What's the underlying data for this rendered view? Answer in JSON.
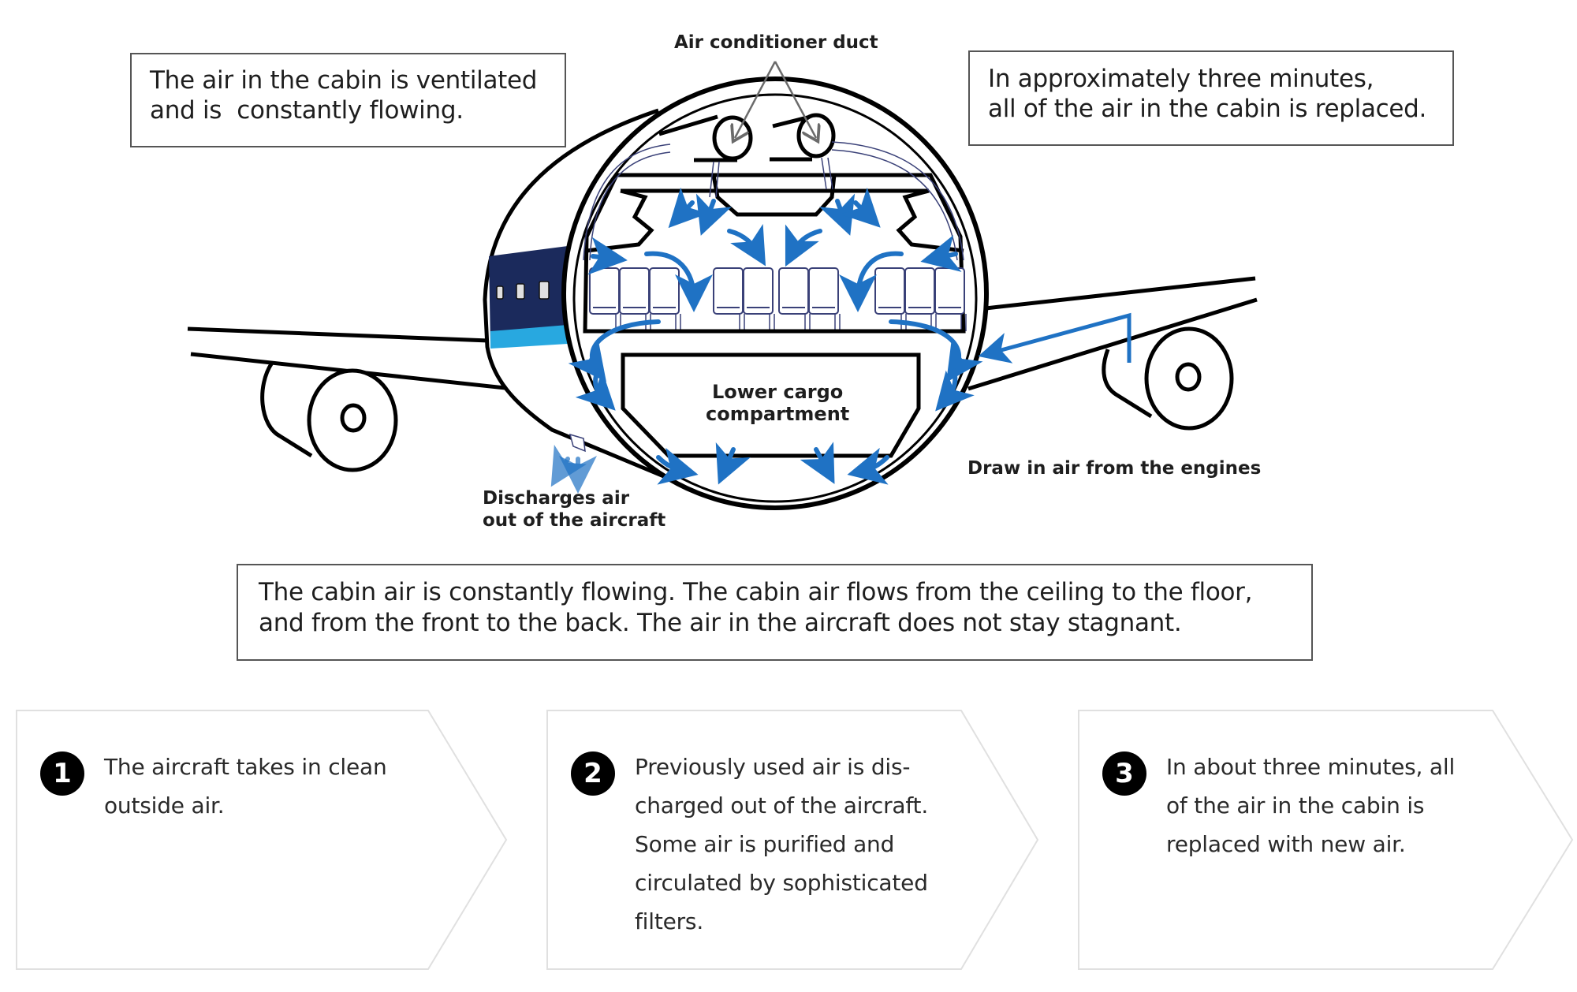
{
  "callouts": {
    "top_left": [
      "The air in the cabin is ventilated",
      "and is  constantly flowing."
    ],
    "top_right": [
      "In approximately three minutes,",
      "all of the air in the cabin is replaced."
    ],
    "middle": [
      "The cabin air is constantly flowing. The cabin air flows from the ceiling to the floor,",
      "and from the front to the back. The air in the aircraft does not stay stagnant."
    ]
  },
  "labels": {
    "air_conditioner_duct": "Air conditioner duct",
    "lower_cargo": [
      "Lower cargo",
      "compartment"
    ],
    "engines": "Draw in air from the engines",
    "discharge": [
      "Discharges air",
      "out of the aircraft"
    ]
  },
  "steps": [
    {
      "number": "1",
      "lines": [
        "The aircraft takes in clean",
        "outside air."
      ]
    },
    {
      "number": "2",
      "lines": [
        "Previously used air is dis-",
        "charged out of the aircraft.",
        "Some air is purified and",
        "circulated by sophisticated",
        "filters."
      ]
    },
    {
      "number": "3",
      "lines": [
        "In about three minutes, all",
        "of the air in the cabin is",
        "replaced with new air."
      ]
    }
  ],
  "colors": {
    "airflow_blue": "#1f72c4",
    "fuselage_navy": "#1b2a5c",
    "stripe_cyan": "#28a8e0",
    "seat_outline": "#3a4178",
    "outline_black": "#000000",
    "card_border": "#e0e0e0"
  }
}
